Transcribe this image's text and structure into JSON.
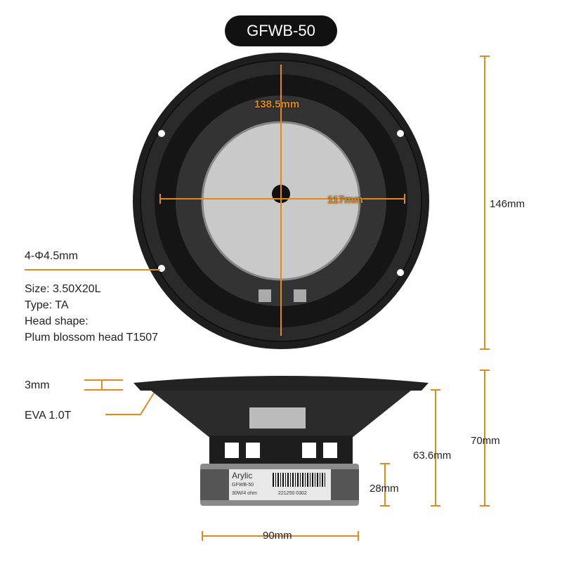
{
  "title": "GFWB-50",
  "top_view": {
    "diameter_inner": "138.5mm",
    "dustcap": "117mm",
    "height": "146mm",
    "holes": "4-Φ4.5mm"
  },
  "screw_spec": [
    "Size: 3.50X20L",
    "Type: TA",
    "Head shape:",
    "Plum blossom head T1507"
  ],
  "side_view": {
    "flange": "3mm",
    "gasket": "EVA 1.0T",
    "depth_basket": "63.6mm",
    "depth_total": "70mm",
    "magnet_height": "28mm",
    "magnet_diameter": "90mm"
  },
  "sticker": {
    "brand": "Arylic",
    "model": "GFWB-50",
    "rating": "30W/4 ohm",
    "serial": "221250 0302"
  },
  "colors": {
    "accent": "#e08a1e",
    "dark": "#1c1c1c"
  }
}
